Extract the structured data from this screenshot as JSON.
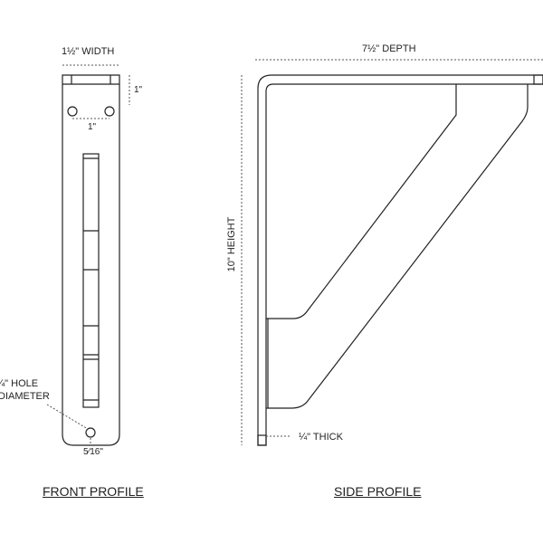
{
  "front": {
    "width_label": "1½\" WIDTH",
    "top_offset_label": "1\"",
    "hole_spacing_label": "1\"",
    "hole_label_line1": "¼\" HOLE",
    "hole_label_line2": "DIAMETER",
    "bottom_offset_label": "5⁄16\"",
    "title": "FRONT PROFILE"
  },
  "side": {
    "depth_label": "7½\" DEPTH",
    "height_label": "10\" HEIGHT",
    "thickness_label": "¼\" THICK",
    "title": "SIDE PROFILE"
  }
}
